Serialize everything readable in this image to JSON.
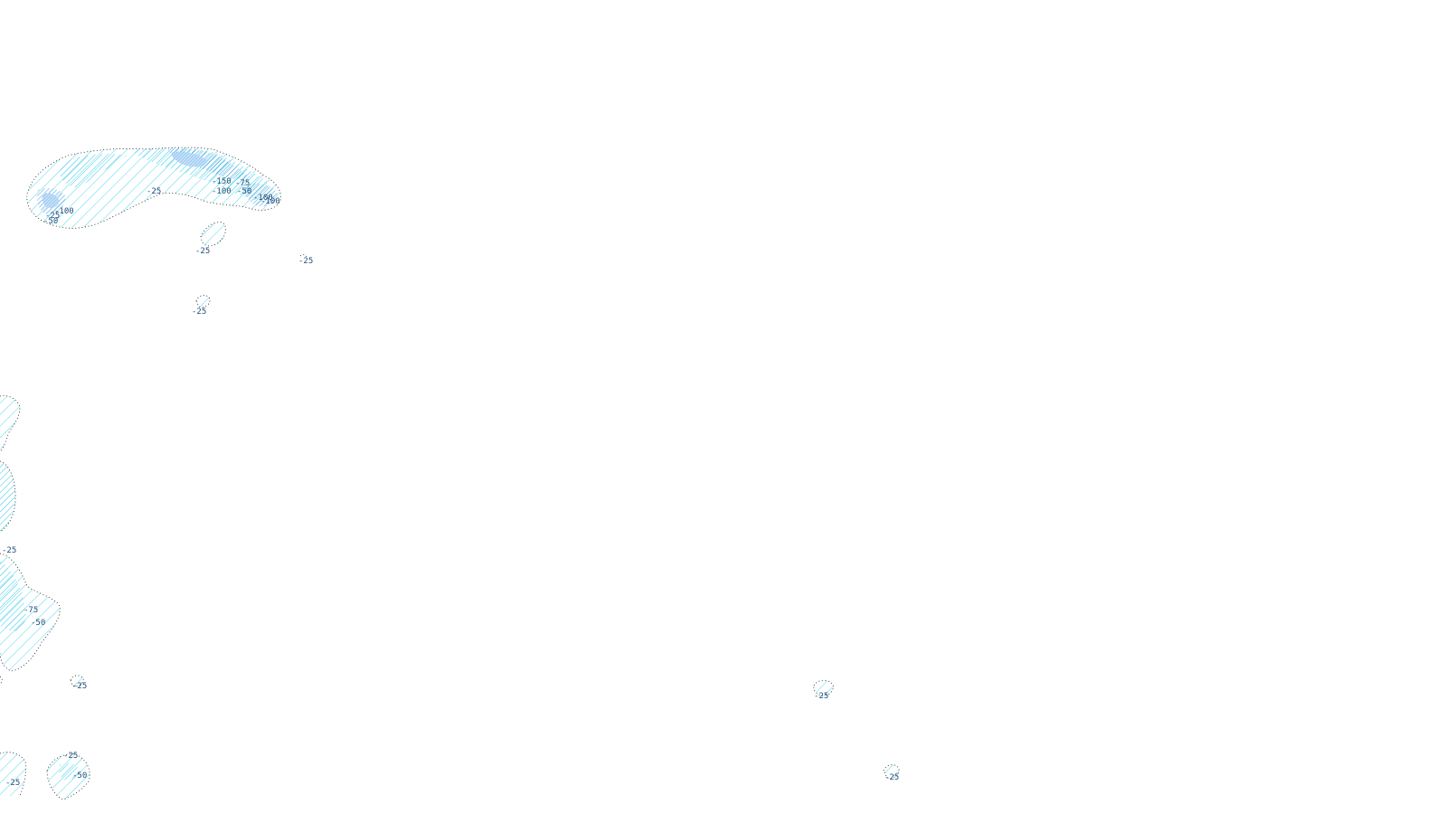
{
  "contour_labels": {
    "a": "-25",
    "b": "-100",
    "c": "-25",
    "d": "-50",
    "e": "-25",
    "f": "-150",
    "g": "-75",
    "h": "-100",
    "i": "-50",
    "j": "-100",
    "k": "-100",
    "l": "-25",
    "m": "-25",
    "n": "-25",
    "o": "-25",
    "p": "-75",
    "q": "-50",
    "r": "-25",
    "s": "-25",
    "t": "-25",
    "u": "-50",
    "v": "-25",
    "w": "-25"
  },
  "colors": {
    "hatch_light": "#4fd8f0",
    "hatch_dark": "#3a8ad6",
    "fill_dark": "#9cc9f2",
    "outline": "#1a1a1a",
    "label": "#1f4e79",
    "background": "#ffffff"
  }
}
